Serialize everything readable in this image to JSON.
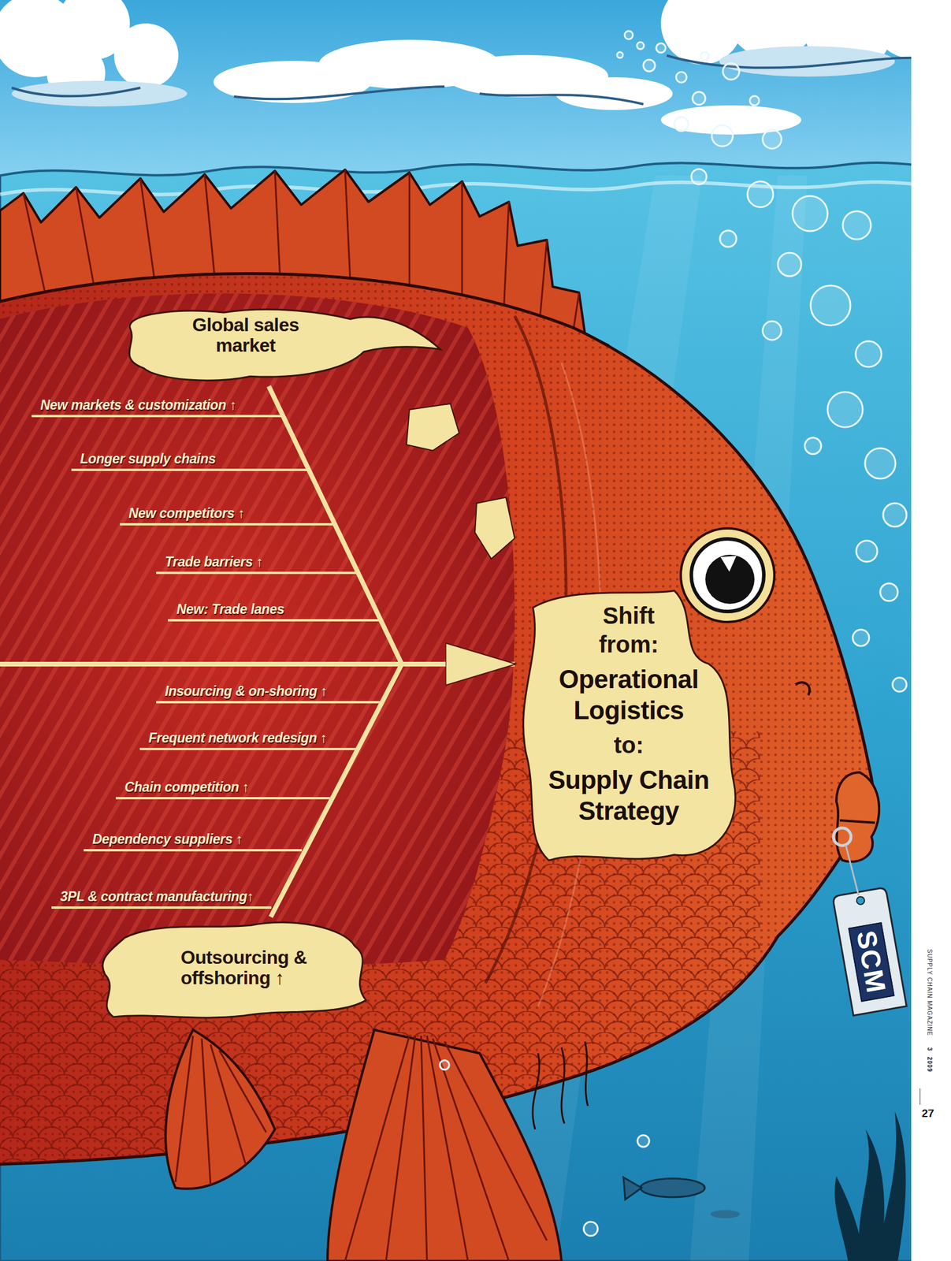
{
  "diagram": {
    "nodes": [
      {
        "text": [
          "Global sales market"
        ]
      },
      {
        "text": [
          "Shift from:",
          "Operational Logistics",
          "to:",
          "Supply Chain Strategy"
        ]
      },
      {
        "text": [
          "SCM"
        ]
      },
      {
        "text": [
          "Outsourcing & offshoring ↑"
        ]
      }
    ],
    "edges": [
      {
        "from": 0,
        "to": 1,
        "arrow": "to"
      },
      {
        "from": 3,
        "to": 1,
        "arrow": "to"
      }
    ],
    "labels": [
      "New markets & customization ↑",
      "Longer supply chains",
      "New competitors ↑",
      "Trade barriers ↑",
      "New: Trade lanes",
      "Insourcing & on-shoring ↑",
      "Frequent network redesign ↑",
      "Chain competition ↑",
      "Dependency suppliers ↑",
      "3PL & contract manufacturing↑",
      "SUPPLY CHAIN MAGAZINE",
      "3",
      "2009",
      "27"
    ]
  }
}
